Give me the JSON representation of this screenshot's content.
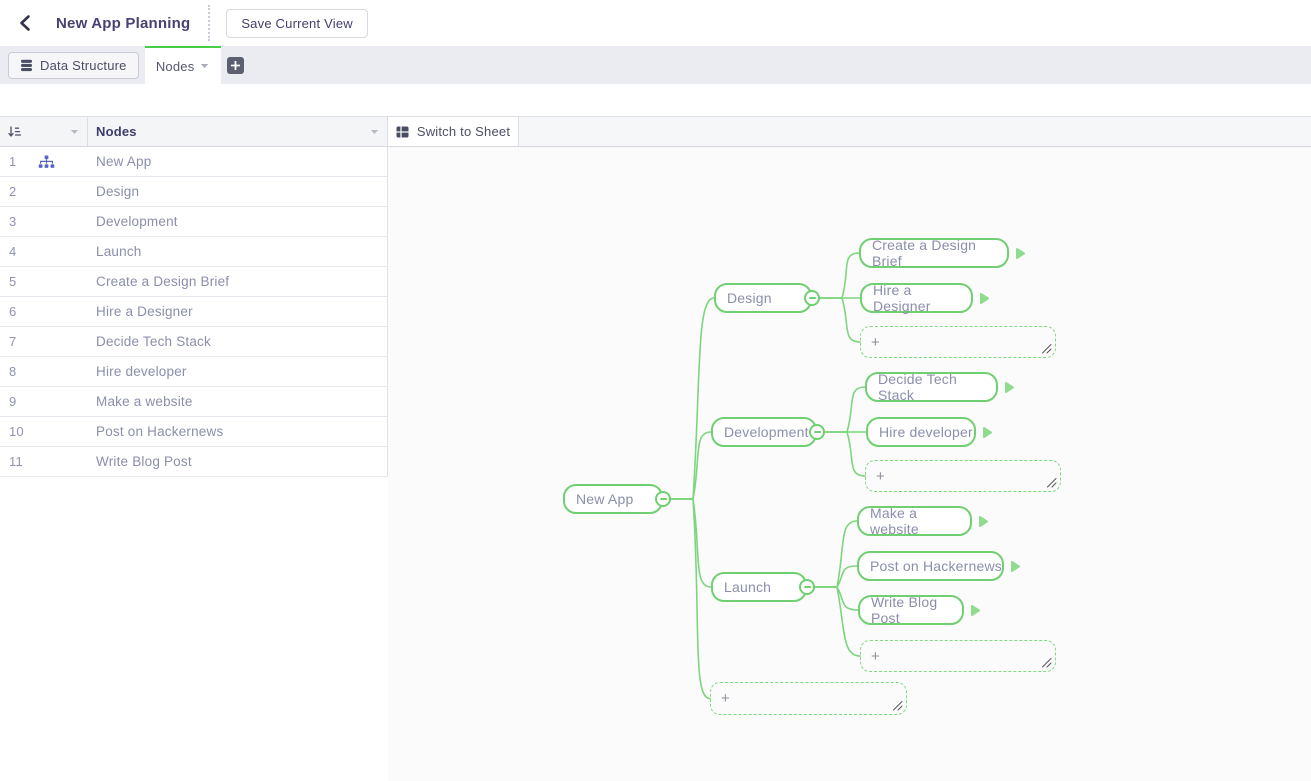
{
  "header": {
    "title": "New App Planning",
    "save_button": "Save Current View"
  },
  "tabbar": {
    "data_structure_label": "Data Structure",
    "nodes_tab_label": "Nodes"
  },
  "grid": {
    "column_header": "Nodes",
    "switch_button_label": "Switch to Sheet",
    "rows": [
      {
        "num": "1",
        "label": "New App",
        "icon": "sitemap-icon"
      },
      {
        "num": "2",
        "label": "Design"
      },
      {
        "num": "3",
        "label": "Development"
      },
      {
        "num": "4",
        "label": "Launch"
      },
      {
        "num": "5",
        "label": "Create a Design Brief"
      },
      {
        "num": "6",
        "label": "Hire a Designer"
      },
      {
        "num": "7",
        "label": "Decide Tech Stack"
      },
      {
        "num": "8",
        "label": "Hire developer"
      },
      {
        "num": "9",
        "label": "Make a website"
      },
      {
        "num": "10",
        "label": "Post on Hackernews"
      },
      {
        "num": "11",
        "label": "Write Blog Post"
      }
    ]
  },
  "mindmap": {
    "nodes": [
      {
        "id": "new-app",
        "label": "New App",
        "type": "branch",
        "parent": null
      },
      {
        "id": "design",
        "label": "Design",
        "type": "branch",
        "parent": "new-app"
      },
      {
        "id": "create-a-design-brief",
        "label": "Create a Design Brief",
        "type": "leaf",
        "parent": "design"
      },
      {
        "id": "hire-a-designer",
        "label": "Hire a Designer",
        "type": "leaf",
        "parent": "design"
      },
      {
        "id": "design-add",
        "label": "+",
        "type": "placeholder",
        "parent": "design"
      },
      {
        "id": "development",
        "label": "Development",
        "type": "branch",
        "parent": "new-app"
      },
      {
        "id": "decide-tech-stack",
        "label": "Decide Tech Stack",
        "type": "leaf",
        "parent": "development"
      },
      {
        "id": "hire-developer",
        "label": "Hire developer",
        "type": "leaf",
        "parent": "development"
      },
      {
        "id": "development-add",
        "label": "+",
        "type": "placeholder",
        "parent": "development"
      },
      {
        "id": "launch",
        "label": "Launch",
        "type": "branch",
        "parent": "new-app"
      },
      {
        "id": "make-a-website",
        "label": "Make a website",
        "type": "leaf",
        "parent": "launch"
      },
      {
        "id": "post-on-hackernews",
        "label": "Post on Hackernews",
        "type": "leaf",
        "parent": "launch"
      },
      {
        "id": "write-blog-post",
        "label": "Write Blog Post",
        "type": "leaf",
        "parent": "launch"
      },
      {
        "id": "launch-add",
        "label": "+",
        "type": "placeholder",
        "parent": "launch"
      },
      {
        "id": "new-app-add",
        "label": "+",
        "type": "placeholder",
        "parent": "new-app"
      }
    ]
  },
  "colors": {
    "node_green": "#70cf70",
    "edge_green": "#7dd67d",
    "arrow_green": "#8fdc8f",
    "tab_accent_green": "#46cf46",
    "title_navy": "#474273",
    "muted_purple": "#8b8eac",
    "sitemap_indigo": "#5865c9"
  }
}
